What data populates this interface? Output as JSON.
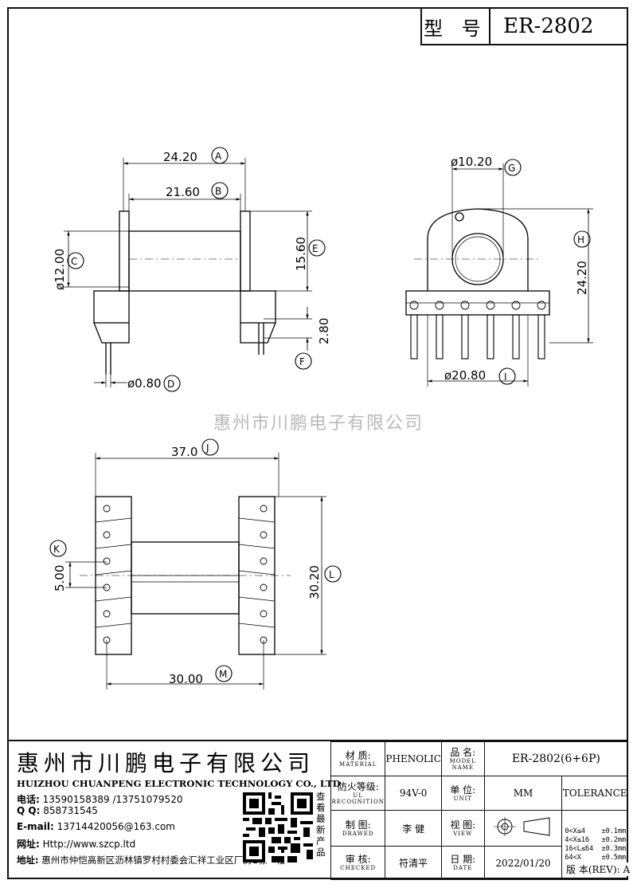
{
  "model": {
    "label": "型 号",
    "value": "ER-2802"
  },
  "watermark": "惠州市川鹏电子有限公司",
  "views": {
    "front": {
      "dimensions": [
        {
          "key": "A",
          "value": "24.20"
        },
        {
          "key": "B",
          "value": "21.60"
        },
        {
          "key": "C",
          "value": "ø12.00"
        },
        {
          "key": "D",
          "value": "ø0.80"
        },
        {
          "key": "E",
          "value": "15.60"
        },
        {
          "key": "F",
          "value": "2.80"
        }
      ]
    },
    "side": {
      "dimensions": [
        {
          "key": "G",
          "value": "ø10.20"
        },
        {
          "key": "H",
          "value": "24.20"
        },
        {
          "key": "I",
          "value": "ø20.80"
        }
      ]
    },
    "bottom": {
      "dimensions": [
        {
          "key": "J",
          "value": "37.0"
        },
        {
          "key": "K",
          "value": "5.00"
        },
        {
          "key": "L",
          "value": "30.20"
        },
        {
          "key": "M",
          "value": "30.00"
        }
      ]
    }
  },
  "title_block": {
    "company_cn": "惠州市川鹏电子有限公司",
    "company_en": "HUIZHOU CHUANPENG ELECTRONIC TECHNOLOGY CO., LTD",
    "phone_label": "电话:",
    "phone": "13590158389 /13751079520",
    "qq_label": "Q Q:",
    "qq": "858731545",
    "email_label": "E-mail:",
    "email": "13714420056@163.com",
    "web_label": "网址:",
    "web": "Http://www.szcp.ltd",
    "addr_label": "地址:",
    "addr": "惠州市仲恺高新区沥林镇罗村村委会汇祥工业区厂房1栋一楼",
    "qr_caption": "查看最新产品",
    "material_label": "材 质:",
    "material_sub": "MATERIAL",
    "material": "PHENOLIC",
    "name_label": "品 名:",
    "name_sub": "MODEL NAME",
    "name": "ER-2802(6+6P)",
    "ul_label": "防火等级:",
    "ul_sub": "UL RECOGNITION",
    "ul": "94V-0",
    "unit_label": "单 位:",
    "unit_sub": "UNIT",
    "unit": "MM",
    "tolerance": "TOLERANCE",
    "drawn_label": "制 图:",
    "drawn_sub": "DRAWED",
    "drawn": "李 健",
    "view_label": "视 图:",
    "view_sub": "VIEW",
    "tol_rows": [
      "0<X≤4    ±0.1mm",
      "4<X≤16   ±0.2mm",
      "16<L≤64  ±0.3mm",
      "64<X     ±0.5mm"
    ],
    "checked_label": "审 核:",
    "checked_sub": "CHECKED",
    "checked": "符清平",
    "date_label": "日 期:",
    "date_sub": "DATE",
    "date": "2022/01/20",
    "rev_label": "版 本(REV):",
    "rev": "A"
  }
}
